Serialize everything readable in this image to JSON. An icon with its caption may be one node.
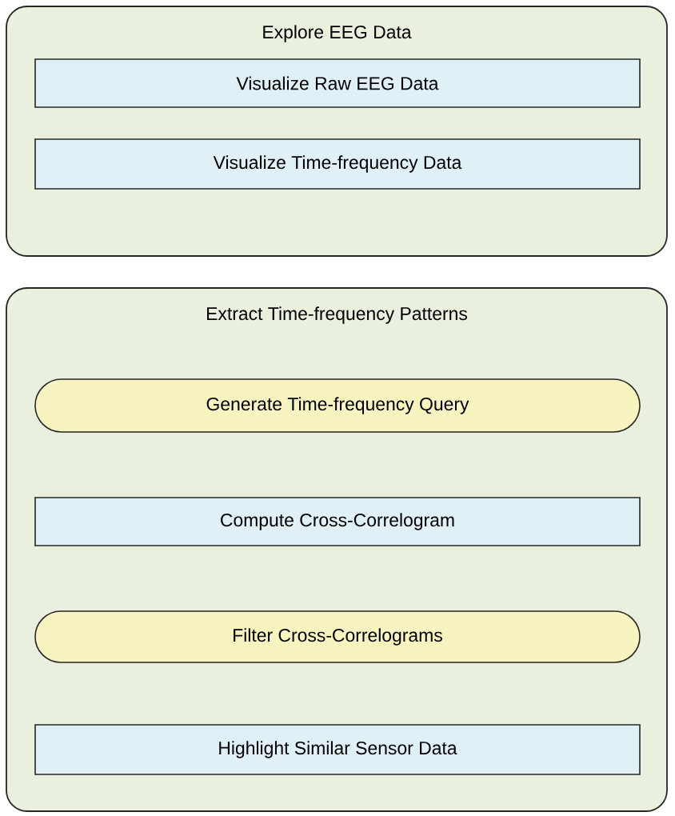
{
  "diagram": {
    "nodes": [
      {
        "text": [
          "Explore EEG Data"
        ]
      },
      {
        "text": [
          "Visualize Raw EEG Data"
        ],
        "in": 0
      },
      {
        "text": [
          "Visualize Time-frequency Data"
        ],
        "in": 0
      },
      {
        "text": [
          "Extract Time-frequency Patterns"
        ]
      },
      {
        "text": [
          "Generate Time-frequency Query"
        ],
        "in": 3
      },
      {
        "text": [
          "Compute Cross-Correlogram"
        ],
        "in": 3
      },
      {
        "text": [
          "Filter Cross-Correlograms"
        ],
        "in": 3
      },
      {
        "text": [
          "Highlight Similar Sensor Data"
        ],
        "in": 3
      }
    ]
  }
}
